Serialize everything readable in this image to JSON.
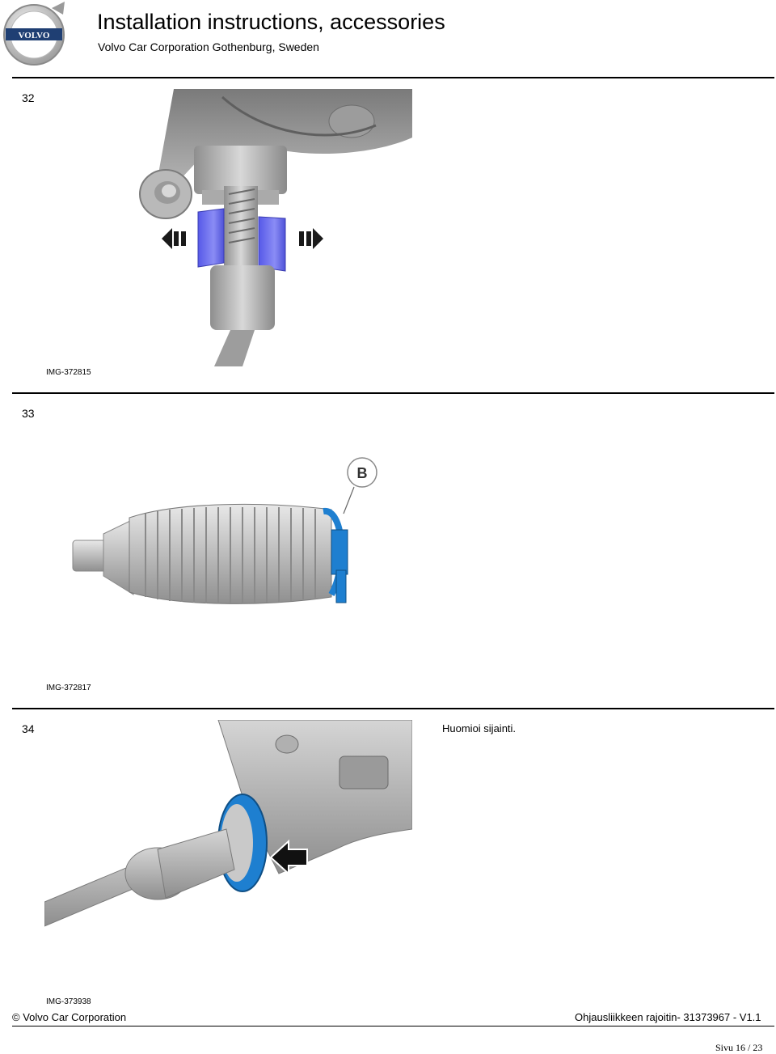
{
  "header": {
    "title": "Installation instructions, accessories",
    "subtitle": "Volvo Car Corporation Gothenburg, Sweden",
    "logo_text": "VOLVO"
  },
  "steps": [
    {
      "number": "32",
      "image_id": "IMG-372815",
      "note": ""
    },
    {
      "number": "33",
      "image_id": "IMG-372817",
      "note": "",
      "callout": "B"
    },
    {
      "number": "34",
      "image_id": "IMG-373938",
      "note": "Huomioi sijainti."
    }
  ],
  "footer": {
    "copyright": "© Volvo Car Corporation",
    "document": "Ohjausliikkeen rajoitin- 31373967 - V1.1",
    "page": "Sivu 16 / 23"
  },
  "colors": {
    "accent_blue": "#1e7fd0",
    "sleeve_purple": "#6a6cf0",
    "metal_gray": "#a8a8a8"
  }
}
